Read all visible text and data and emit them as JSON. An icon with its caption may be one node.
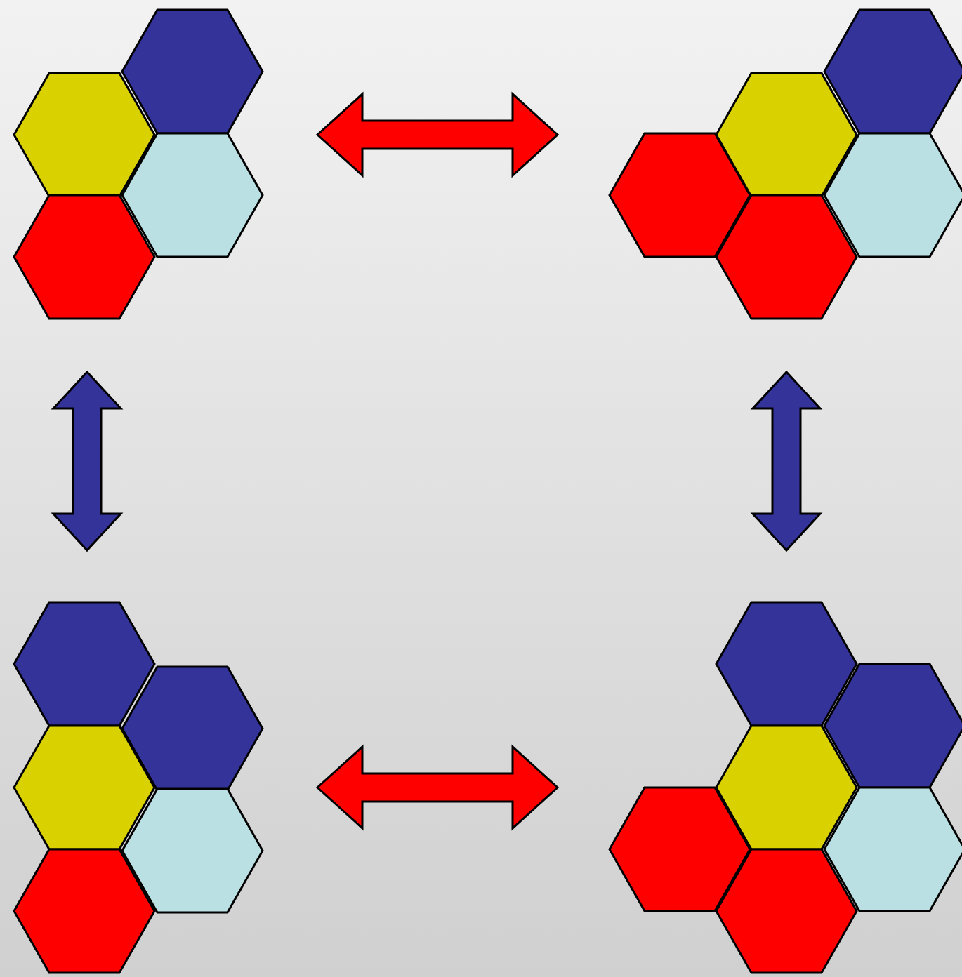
{
  "diagram": {
    "nodes": [
      {
        "text": [],
        "shape": "picture"
      },
      {
        "text": [],
        "shape": "picture"
      },
      {
        "text": [],
        "shape": "picture"
      },
      {
        "text": [],
        "shape": "picture"
      }
    ],
    "edges": [
      {
        "from": 0,
        "to": 1,
        "arrow": "both",
        "color": "#ff0000"
      },
      {
        "from": 0,
        "to": 2,
        "arrow": "both",
        "color": "#333399"
      },
      {
        "from": 1,
        "to": 3,
        "arrow": "both",
        "color": "#333399"
      },
      {
        "from": 2,
        "to": 3,
        "arrow": "both",
        "color": "#ff0000"
      }
    ]
  }
}
